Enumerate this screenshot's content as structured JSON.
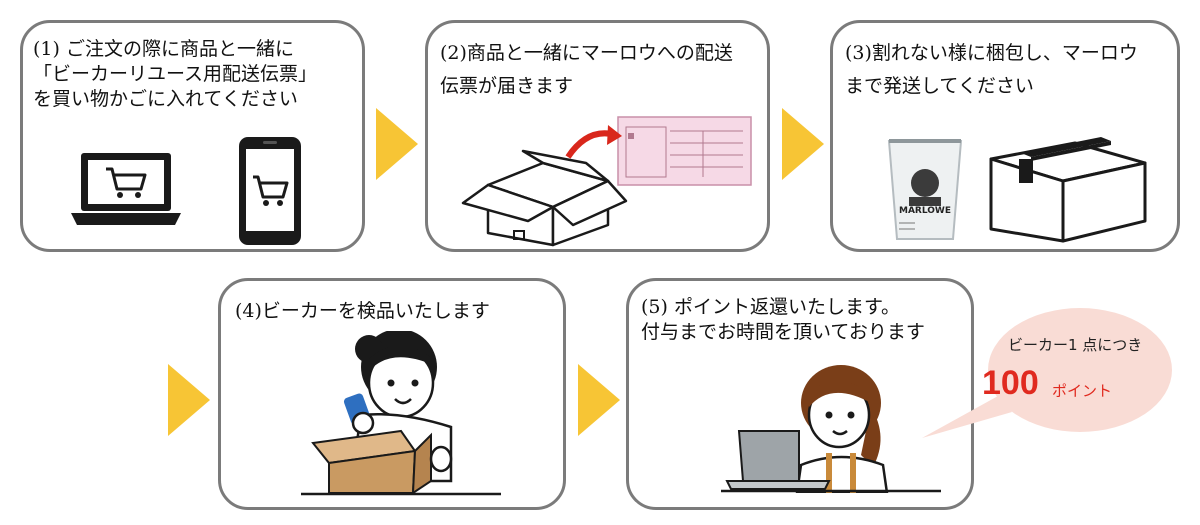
{
  "steps": [
    {
      "lines": [
        "(1) ご注文の際に商品と一緒に",
        "「ビーカーリユース用配送伝票」",
        "を買い物かごに入れてください"
      ]
    },
    {
      "lines": [
        "(2)商品と一緒にマーロウへの配送",
        "伝票が届きます"
      ]
    },
    {
      "lines": [
        "(3)割れない様に梱包し、マーロウ",
        "まで発送してください"
      ]
    },
    {
      "lines": [
        "(4)ビーカーを検品いたします"
      ]
    },
    {
      "lines": [
        "(5) ポイント返還いたします。",
        "付与までお時間を頂いております"
      ]
    }
  ],
  "cup_logo": "MARLOWE",
  "reward": {
    "label": "ビーカー1 点につき",
    "amount": "100",
    "unit": "ポイント"
  },
  "colors": {
    "arrow": "#f7c535",
    "panel_border": "#7b7b7b",
    "bubble": "#f9dcd5",
    "accent": "#e02a1f",
    "slip": "#f6d9e6"
  },
  "icons": [
    "laptop-cart-icon",
    "smartphone-cart-icon",
    "box-slip-icon",
    "beaker-cup-icon",
    "sealed-box-icon",
    "inspecting-woman-icon",
    "woman-laptop-icon",
    "speech-bubble-icon"
  ]
}
